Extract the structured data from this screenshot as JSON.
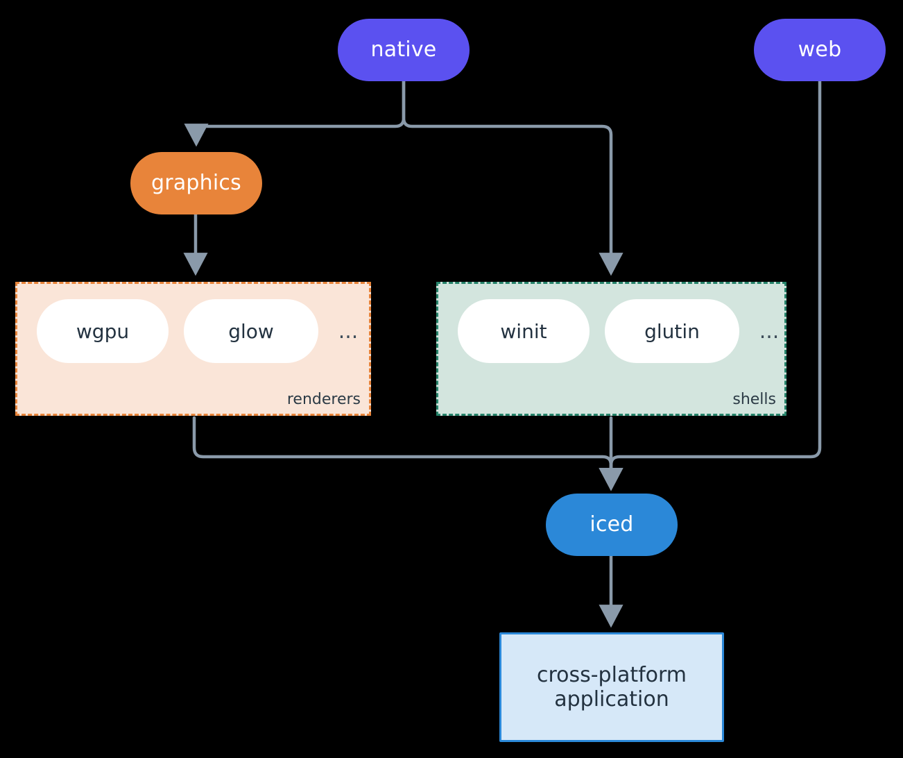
{
  "diagram": {
    "type": "flowchart",
    "background": "#000000",
    "edge_color": "#8a9aaa",
    "nodes": {
      "native": {
        "label": "native",
        "shape": "stadium",
        "fill": "#5b51f0",
        "text_color": "#ffffff"
      },
      "web": {
        "label": "web",
        "shape": "stadium",
        "fill": "#5b51f0",
        "text_color": "#ffffff"
      },
      "graphics": {
        "label": "graphics",
        "shape": "stadium",
        "fill": "#e8843a",
        "text_color": "#ffffff"
      },
      "iced": {
        "label": "iced",
        "shape": "stadium",
        "fill": "#2b88d8",
        "text_color": "#ffffff"
      },
      "app": {
        "label_line1": "cross-platform",
        "label_line2": "application",
        "shape": "rectangle",
        "fill": "#d6e8f8",
        "border": "#2b88d8",
        "text_color": "#233240"
      }
    },
    "clusters": [
      {
        "id": "renderers",
        "label": "renderers",
        "fill": "#fae5d8",
        "border": "#e8843a",
        "border_style": "dashed",
        "items": [
          "wgpu",
          "glow"
        ],
        "overflow": "..."
      },
      {
        "id": "shells",
        "label": "shells",
        "fill": "#d3e5de",
        "border": "#26836a",
        "border_style": "dashed",
        "items": [
          "winit",
          "glutin"
        ],
        "overflow": "..."
      }
    ],
    "edges": [
      {
        "from": "native",
        "to": "graphics",
        "arrow": true
      },
      {
        "from": "native",
        "to": "shells",
        "arrow": true
      },
      {
        "from": "graphics",
        "to": "renderers",
        "arrow": true
      },
      {
        "from": "renderers",
        "to": "iced",
        "arrow": true
      },
      {
        "from": "shells",
        "to": "iced",
        "arrow": true
      },
      {
        "from": "web",
        "to": "iced",
        "arrow": true
      },
      {
        "from": "iced",
        "to": "app",
        "arrow": true
      }
    ]
  }
}
